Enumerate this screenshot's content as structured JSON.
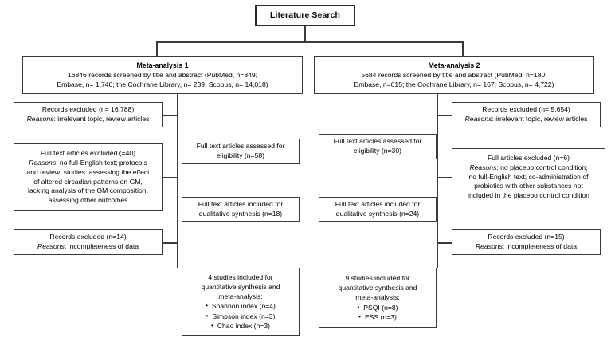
{
  "diagram": {
    "title": "Literature Search",
    "type": "prisma-flow-diagram",
    "colors": {
      "line": "#3a3a3a",
      "background": "#ffffff",
      "text": "#000000"
    }
  },
  "top": {
    "label": "Literature Search"
  },
  "left_branch": {
    "identification": {
      "header": "Meta-analysis 1",
      "line1": "16846 records screened by title and abstract (PubMed, n=849;",
      "line2": "Embase, n= 1,740; the Cochrane Library, n= 239; Scopus, n= 14,018)"
    },
    "excluded_screening": {
      "line1": "Records excluded (n= 16,788)",
      "reasons_label": "Reasons",
      "reasons_text": ": irrelevant topic, review articles"
    },
    "eligibility": {
      "line1": "Full text articles assessed for",
      "line2": "eligibility (n=58)"
    },
    "excluded_fulltext": {
      "line1": "Full text articles excluded (=40)",
      "reasons_label": "Reasons",
      "reasons_text": ": no full-English text; protocols",
      "line3": "and review; studies: assessing the effect",
      "line4": "of altered circadian patterns on GM,",
      "line5": "lacking analysis of the GM composition,",
      "line6": "assessing other outcomes"
    },
    "qualitative": {
      "line1": "Full text articles included for",
      "line2": "qualitative synthesis (n=18)"
    },
    "excluded_quant": {
      "line1": "Records excluded (n=14)",
      "reasons_label": "Reasons",
      "reasons_text": ": incompleteness of data"
    },
    "quantitative": {
      "line1": "4 studies included for",
      "line2": "quantitative synthesis and",
      "line3": "meta-analysis:",
      "bullets": [
        "Shannon index (n=4)",
        "Simpson index (n=3)",
        "Chao index (n=3)"
      ]
    }
  },
  "right_branch": {
    "identification": {
      "header": "Meta-analysis 2",
      "line1": "5684 records screened by title and abstract (PubMed, n=180;",
      "line2": "Embase, n=615; the Cochrane Library, n= 167; Scopus, n= 4,722)"
    },
    "excluded_screening": {
      "line1": "Records excluded (n= 5,654)",
      "reasons_label": "Reasons",
      "reasons_text": ": irrelevant topic, review articles"
    },
    "eligibility": {
      "line1": "Full text articles assessed for",
      "line2": "eligibility (n=30)"
    },
    "excluded_fulltext": {
      "line1": "Full articles excluded (n=6)",
      "reasons_label": "Reasons",
      "reasons_text": ": no placebo control condition;",
      "line3": "no full-English text; co-administration of",
      "line4": "probiotics with other substances not",
      "line5": "included in the placebo control condition"
    },
    "qualitative": {
      "line1": "Full text articles included for",
      "line2": "qualitative synthesis (n=24)"
    },
    "excluded_quant": {
      "line1": "Records excluded (n=15)",
      "reasons_label": "Reasons",
      "reasons_text": ": incompleteness of data"
    },
    "quantitative": {
      "line1": "9 studies included for",
      "line2": "quantitative synthesis and",
      "line3": "meta-analysis:",
      "bullets": [
        "PSQI (n=8)",
        "ESS (n=3)"
      ]
    }
  }
}
